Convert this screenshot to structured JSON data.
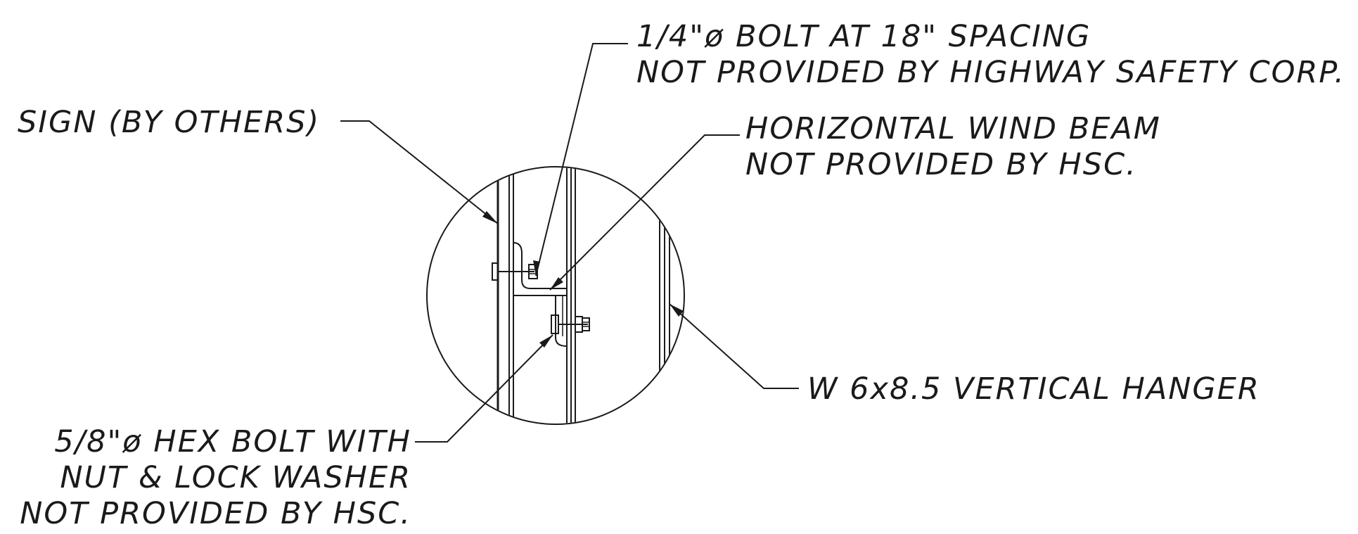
{
  "labels": {
    "bolt_quarter_line1": "1/4\"ø BOLT AT 18\" SPACING",
    "bolt_quarter_line2": "NOT PROVIDED BY HIGHWAY SAFETY CORP.",
    "sign": "SIGN (BY OTHERS)",
    "wind_beam_line1": "HORIZONTAL WIND BEAM",
    "wind_beam_line2": "NOT PROVIDED BY HSC.",
    "hanger": "W 6x8.5 VERTICAL HANGER",
    "hex_bolt_line1": "5/8\"ø HEX BOLT WITH",
    "hex_bolt_line2": "NUT & LOCK WASHER",
    "hex_bolt_line3": "NOT PROVIDED BY HSC."
  }
}
